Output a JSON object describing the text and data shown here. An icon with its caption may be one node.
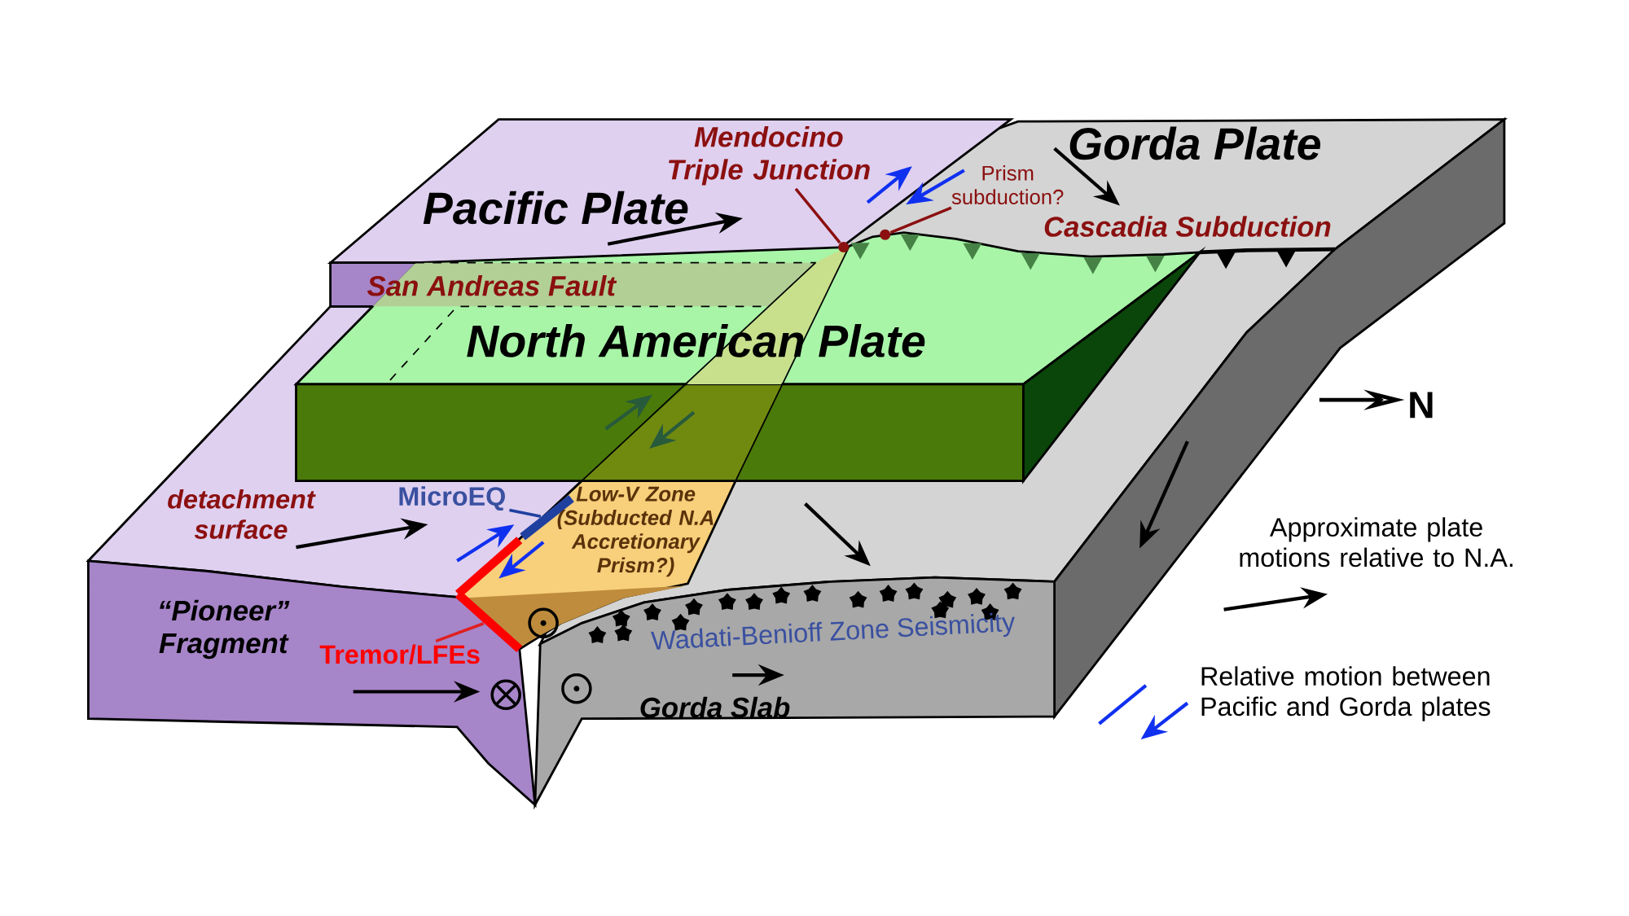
{
  "diagram": {
    "nodes": [
      {
        "text": [
          "Mendocino Triple Junction"
        ]
      },
      {
        "text": [
          "Prism subduction?"
        ]
      },
      {
        "text": [
          "MicroEQ"
        ]
      },
      {
        "text": [
          "Tremor/LFEs"
        ]
      },
      {
        "text": [],
        "shape": "bar"
      },
      {
        "text": [],
        "shape": "bar"
      },
      {
        "text": [],
        "shape": "bar"
      },
      {
        "text": [],
        "shape": "circle"
      },
      {
        "text": [],
        "shape": "circle"
      }
    ],
    "edges": [
      {
        "from": 0,
        "to": 7,
        "arrow": "none"
      },
      {
        "from": 1,
        "to": 8,
        "arrow": "none"
      },
      {
        "from": 2,
        "to": 4,
        "arrow": "none",
        "color": "#2040a0"
      },
      {
        "from": 3,
        "to": 6,
        "arrow": "none",
        "color": "#e02020"
      }
    ],
    "labels": [
      "Pacific Plate",
      "Gorda Plate",
      "Cascadia Subduction",
      "San Andreas Fault",
      "North American Plate",
      "N",
      "detachment surface",
      "Low-V Zone (Subducted N.A Accretionary Prism?)",
      "“Pioneer” Fragment",
      "Wadati-Benioff Zone Seismicity",
      "Gorda Slab"
    ],
    "legend": [
      {
        "text": "Approximate plate motions relative to N.A."
      },
      {
        "text": "Relative motion between Pacific and Gorda plates"
      }
    ]
  }
}
